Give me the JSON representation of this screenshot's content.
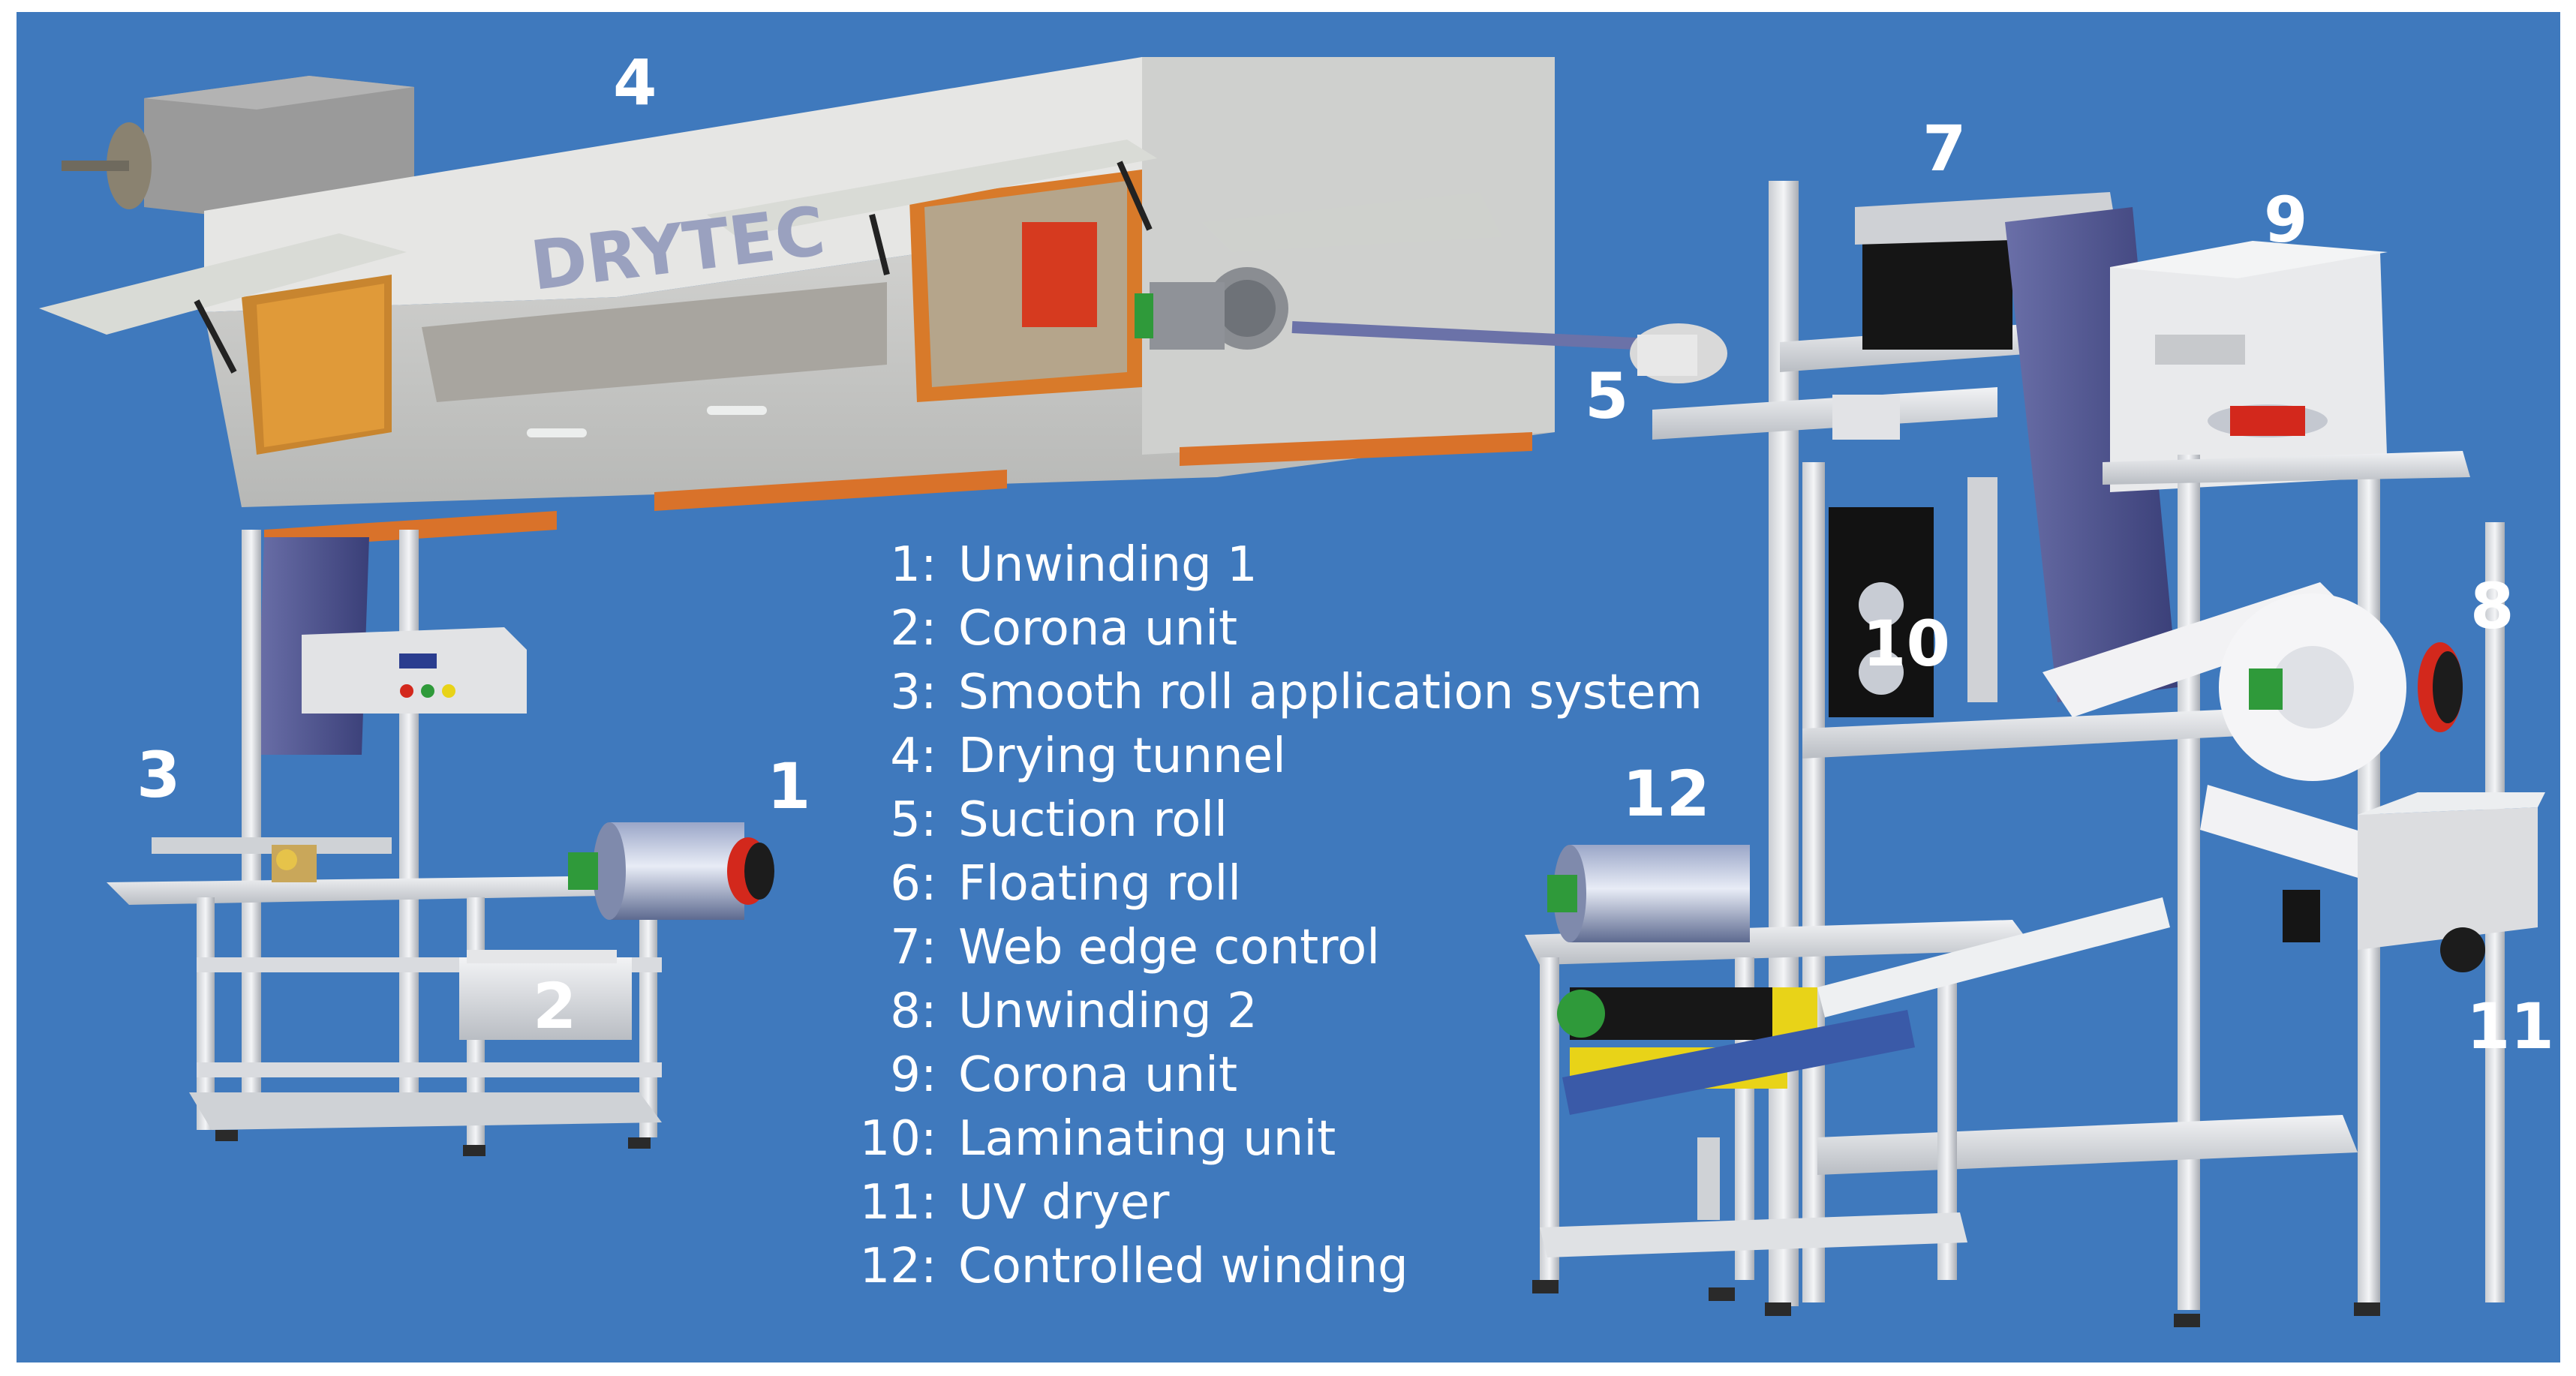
{
  "brand": "DRYTEC",
  "callouts": {
    "c1": "1",
    "c2": "2",
    "c3": "3",
    "c4": "4",
    "c5": "5",
    "c7": "7",
    "c8": "8",
    "c9": "9",
    "c10": "10",
    "c11": "11",
    "c12": "12"
  },
  "legend": [
    {
      "num": "1",
      "label": "Unwinding 1"
    },
    {
      "num": "2",
      "label": "Corona unit"
    },
    {
      "num": "3",
      "label": "Smooth roll application system"
    },
    {
      "num": "4",
      "label": "Drying tunnel"
    },
    {
      "num": "5",
      "label": "Suction roll"
    },
    {
      "num": "6",
      "label": "Floating roll"
    },
    {
      "num": "7",
      "label": "Web edge control"
    },
    {
      "num": "8",
      "label": "Unwinding 2"
    },
    {
      "num": "9",
      "label": "Corona unit"
    },
    {
      "num": "10",
      "label": "Laminating unit"
    },
    {
      "num": "11",
      "label": "UV dryer"
    },
    {
      "num": "12",
      "label": "Controlled winding"
    }
  ],
  "colors": {
    "background": "#3f79bd",
    "frame": "#dfe1e4",
    "accent_orange": "#d9722a",
    "accent_red": "#d3281c",
    "accent_green": "#2f9a3a",
    "accent_yellow": "#e8d318"
  }
}
